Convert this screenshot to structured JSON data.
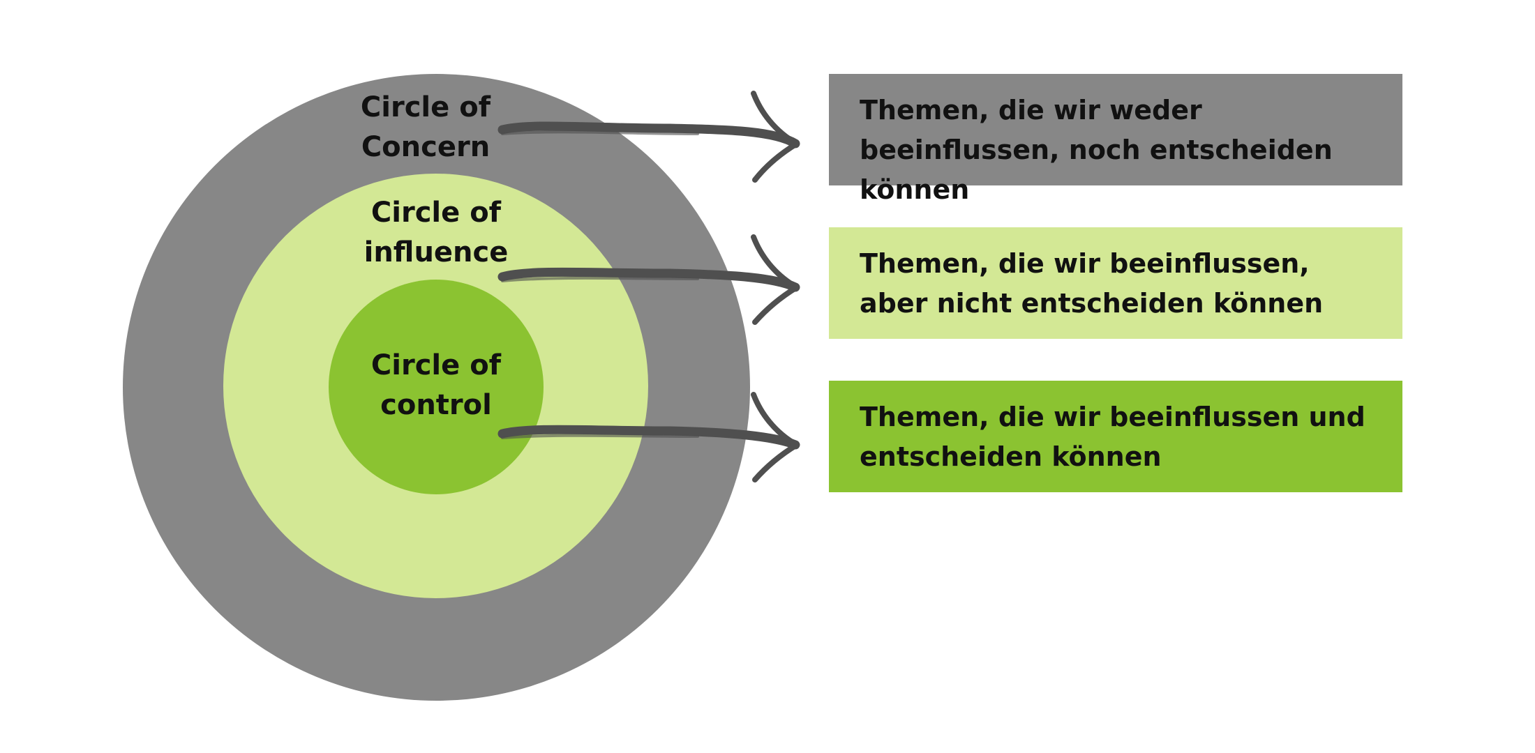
{
  "colors": {
    "concern": "#878787",
    "influence": "#d3e895",
    "control": "#8bc331",
    "arrow": "#4f4f4f",
    "text": "#111111",
    "background": "#ffffff"
  },
  "circles": {
    "concern": {
      "line1": "Circle of",
      "line2": "Concern"
    },
    "influence": {
      "line1": "Circle of",
      "line2": "influence"
    },
    "control": {
      "line1": "Circle of",
      "line2": "control"
    }
  },
  "boxes": {
    "concern": "Themen, die wir weder beeinflussen, noch entscheiden können",
    "influence": "Themen, die wir beeinflussen, aber nicht entscheiden können",
    "control": "Themen, die wir beeinflussen und entscheiden können"
  },
  "icons": [
    "arrow-right-icon",
    "arrow-right-icon",
    "arrow-right-icon"
  ]
}
